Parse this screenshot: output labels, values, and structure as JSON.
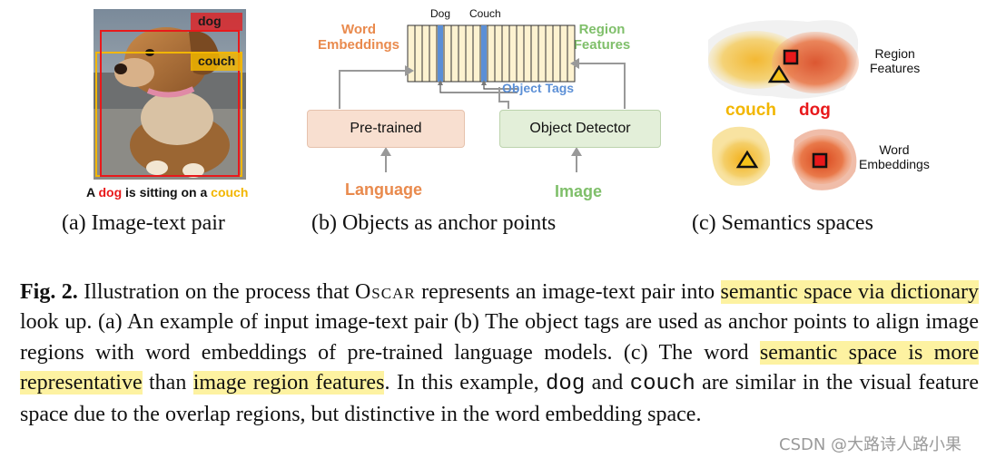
{
  "panel_a": {
    "tags": {
      "dog": "dog",
      "couch": "couch"
    },
    "caption": {
      "pre": "A ",
      "dog": "dog",
      "mid": " is sitting on a ",
      "couch": "couch"
    },
    "subcaption": "(a) Image-text pair"
  },
  "panel_b": {
    "word_embeddings": [
      "Word",
      "Embeddings"
    ],
    "region_features": [
      "Region",
      "Features"
    ],
    "top_labels": {
      "dog": "Dog",
      "couch": "Couch"
    },
    "object_tags": "Object Tags",
    "pretrained": "Pre-trained",
    "object_detector": "Object Detector",
    "language": "Language",
    "image": "Image",
    "subcaption": "(b) Objects as anchor points"
  },
  "panel_c": {
    "region_features": [
      "Region",
      "Features"
    ],
    "word_embeddings": [
      "Word",
      "Embeddings"
    ],
    "couch": "couch",
    "dog": "dog",
    "subcaption": "(c) Semantics spaces"
  },
  "body": {
    "fig_label": "Fig. 2.",
    "s1": " Illustration on the process that ",
    "oscar": "Oscar",
    "s2": " represents an image-text pair into ",
    "h1": "semantic space via dictionary",
    "s3": " look up. (a) An example of input image-text pair (b) The object tags are used as anchor points to align image regions with word embeddings of pre-trained language models. (c) The word ",
    "h2": "semantic space is more representative",
    "s4": " than ",
    "h3": "image region features",
    "s5": ". In this example, ",
    "dog": "dog",
    "s6": " and ",
    "couch": "couch",
    "s7": " are similar in the visual feature space due to the overlap regions, but distinctive in the word embedding space."
  },
  "watermark": "CSDN @大路诗人路小果",
  "colors": {
    "dog_red": "#e8191b",
    "couch_yellow": "#f2b600",
    "orange_label": "#e98a4d",
    "green_label": "#7fbf6a",
    "object_tags_blue": "#5b8fd6",
    "highlight": "#fdf2a1"
  }
}
